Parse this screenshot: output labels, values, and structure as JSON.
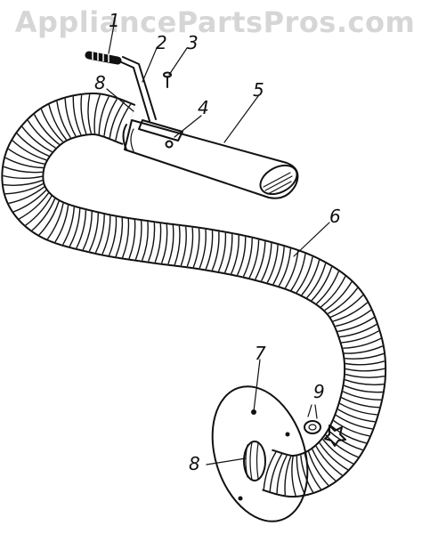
{
  "watermark": "AppliancePartsPros.com",
  "callouts": [
    {
      "id": "1",
      "label": "1"
    },
    {
      "id": "2",
      "label": "2"
    },
    {
      "id": "3",
      "label": "3"
    },
    {
      "id": "4",
      "label": "4"
    },
    {
      "id": "5",
      "label": "5"
    },
    {
      "id": "6",
      "label": "6"
    },
    {
      "id": "7",
      "label": "7"
    },
    {
      "id": "8a",
      "label": "8"
    },
    {
      "id": "8b",
      "label": "8"
    },
    {
      "id": "9",
      "label": "9"
    }
  ]
}
